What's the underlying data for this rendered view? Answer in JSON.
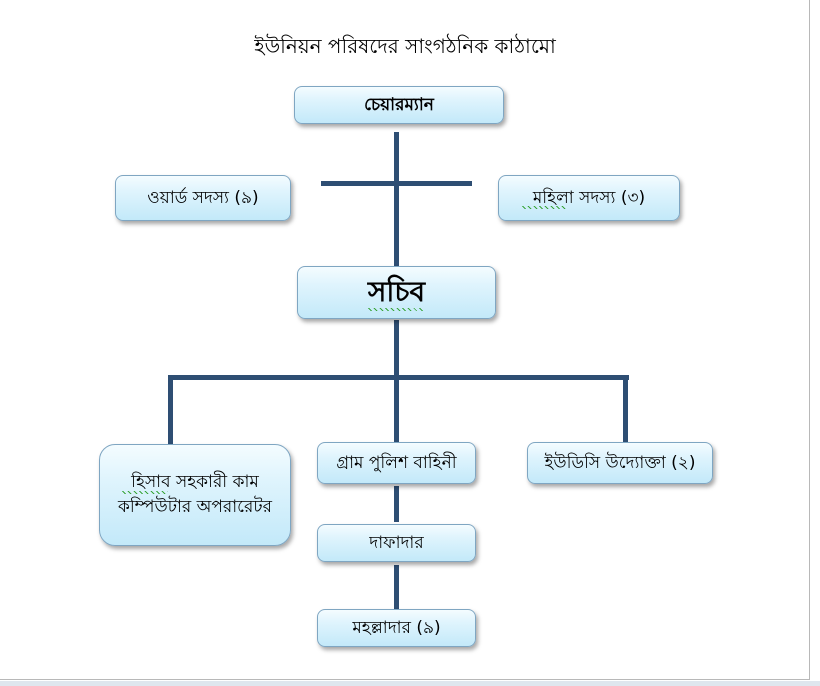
{
  "title": "ইউনিয়ন পরিষদের সাংগঠনিক কাঠামো",
  "nodes": {
    "chairman": "চেয়ারম্যান",
    "ward_members": "ওয়ার্ড সদস্য (৯)",
    "women_members": "মহিলা সদস্য (৩)",
    "secretary": "সচিব",
    "accountant_line1": "হিসাব সহকারী কাম",
    "accountant_line2": "কম্পিউটার অপরারেটর",
    "village_police": "গ্রাম পুলিশ বাহিনী",
    "uisc_entrepreneur": "ইউডিসি উদ্যোক্তা (২)",
    "dafadar": "দাফাদার",
    "mahalladar": "মহল্লাদার (৯)"
  },
  "colors": {
    "connector": "#2e4e73",
    "box_fill_top": "#f4fcff",
    "box_fill_bottom": "#c3e9f9",
    "box_border": "#7fa6c2"
  }
}
